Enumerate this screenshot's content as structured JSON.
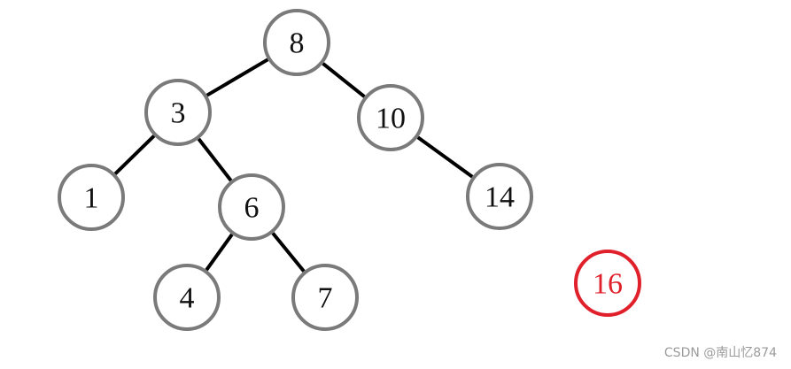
{
  "tree": {
    "nodes": [
      {
        "id": "n8",
        "label": "8"
      },
      {
        "id": "n3",
        "label": "3"
      },
      {
        "id": "n10",
        "label": "10"
      },
      {
        "id": "n1",
        "label": "1"
      },
      {
        "id": "n6",
        "label": "6"
      },
      {
        "id": "n14",
        "label": "14"
      },
      {
        "id": "n4",
        "label": "4"
      },
      {
        "id": "n7",
        "label": "7"
      }
    ],
    "edges": [
      [
        "n8",
        "n3"
      ],
      [
        "n8",
        "n10"
      ],
      [
        "n3",
        "n1"
      ],
      [
        "n3",
        "n6"
      ],
      [
        "n10",
        "n14"
      ],
      [
        "n6",
        "n4"
      ],
      [
        "n6",
        "n7"
      ]
    ]
  },
  "highlighted_node": {
    "id": "n16",
    "label": "16",
    "color": "#e0202a"
  },
  "colors": {
    "node_border": "#7a7a7a",
    "edge": "#000000",
    "highlight": "#e0202a"
  },
  "watermark": "CSDN @南山忆874"
}
